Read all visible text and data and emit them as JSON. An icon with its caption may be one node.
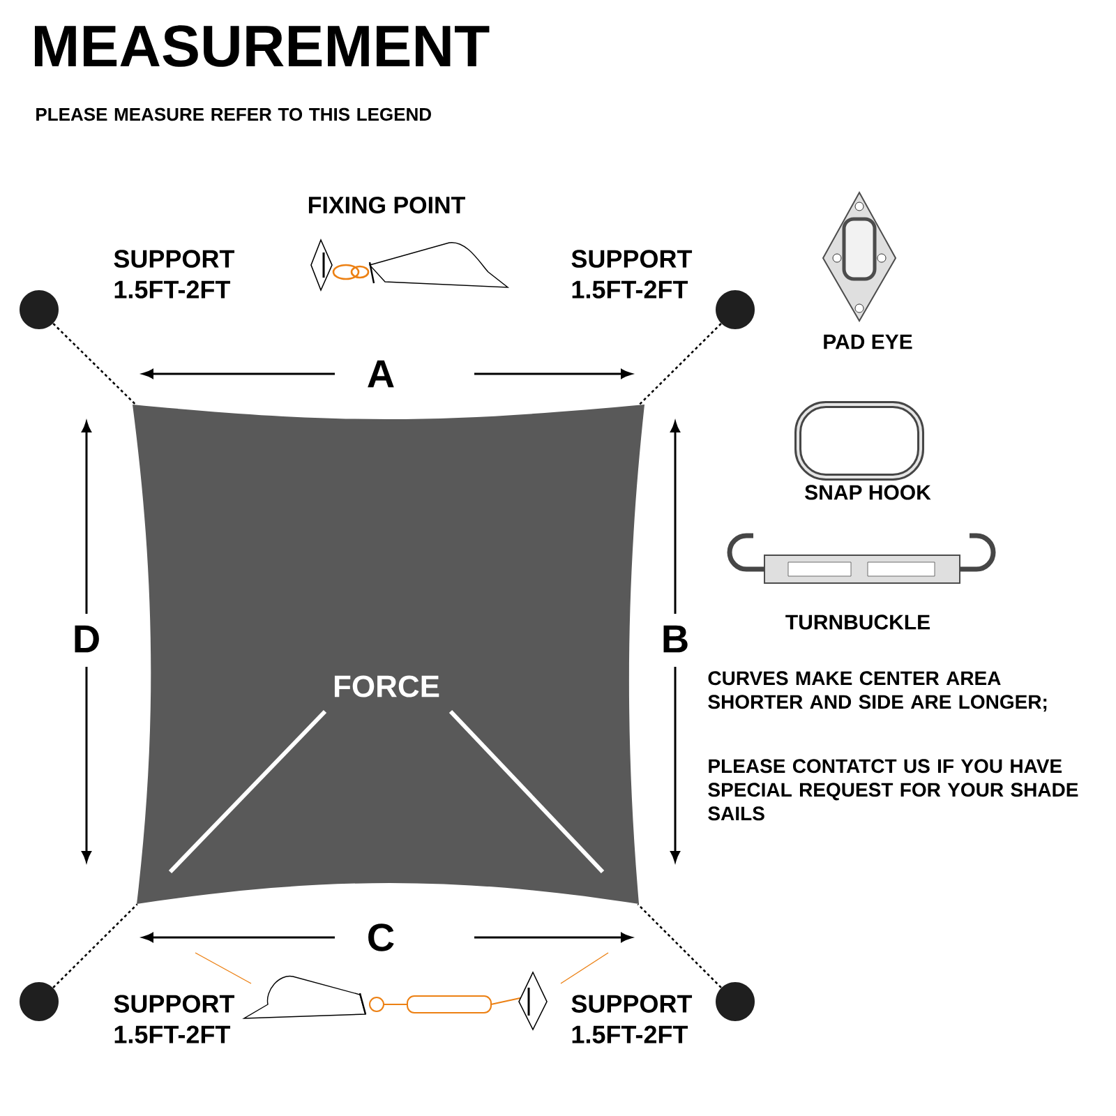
{
  "diagram": {
    "title": "MEASUREMENT",
    "nodes": [
      {
        "text": [
          "FORCE"
        ]
      },
      {
        "text": [],
        "shape": "circle"
      },
      {
        "text": [],
        "shape": "circle"
      },
      {
        "text": [],
        "shape": "circle"
      },
      {
        "text": [],
        "shape": "circle"
      },
      {
        "text": [
          "FIXING POINT"
        ]
      },
      {
        "text": [
          "PAD EYE"
        ]
      },
      {
        "text": [
          "SNAP HOOK"
        ]
      },
      {
        "text": [
          "TURNBUCKLE"
        ]
      }
    ],
    "edges": [
      {
        "from": 1,
        "to": 0,
        "arrow": "none",
        "style": "dashed"
      },
      {
        "from": 2,
        "to": 0,
        "arrow": "none",
        "style": "dashed"
      },
      {
        "from": 3,
        "to": 0,
        "arrow": "none",
        "style": "dashed"
      },
      {
        "from": 4,
        "to": 0,
        "arrow": "none",
        "style": "dashed"
      }
    ],
    "labels": [
      "PLEASE MEASURE REFER TO THIS LEGEND",
      "SUPPORT 1.5FT-2FT",
      "SUPPORT 1.5FT-2FT",
      "A",
      "D",
      "B",
      "CURVES MAKE CENTER AREA SHORTER AND SIDE ARE LONGER;",
      "PLEASE CONTATCT US IF YOU HAVE SPECIAL REQUEST FOR YOUR SHADE SAILS",
      "C",
      "SUPPORT 1.5FT-2FT",
      "SUPPORT 1.5FT-2FT"
    ]
  }
}
